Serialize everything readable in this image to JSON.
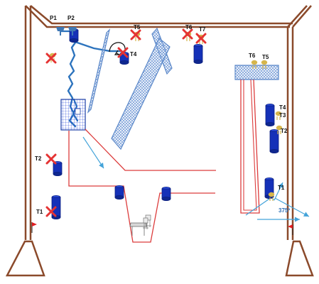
{
  "colors": {
    "frame": "#8b4a2b",
    "frame_inner": "#d9a27f",
    "stand": "#3f78b5",
    "mesh": "#7a9fd8",
    "water": "#2c73bd",
    "route": "#dc3c3c",
    "cross": "#e53333",
    "barrel": "#1531b8",
    "barrel_dark": "#0a1f80",
    "tent": "#d6b64c",
    "flag": "#e11d21",
    "arrow": "#43a3d9",
    "furniture": "#b5b5b5",
    "label_blue": "#2f70b7"
  },
  "labels": {
    "p1": "P1",
    "p2": "P2",
    "t5_top": "T5",
    "t4_top": "T4",
    "t6_top": "T6",
    "t7_top": "T7",
    "t6_right": "T6",
    "t5_right": "T5",
    "t4_right": "T4",
    "t3_right": "T3",
    "t2_right": "T2",
    "t2_left": "T2",
    "t1_right": "T1",
    "t1_left": "T1",
    "angle": "375º"
  },
  "icons": {
    "cross": "cross-icon",
    "barrel": "barrel-icon",
    "target": "target-icon",
    "flag": "flag-icon",
    "arrow": "arrow-icon",
    "table": "table-icon",
    "chair": "chair-icon",
    "curved-arrow": "curved-arrow-icon",
    "pipe": "water-pipe-icon"
  }
}
